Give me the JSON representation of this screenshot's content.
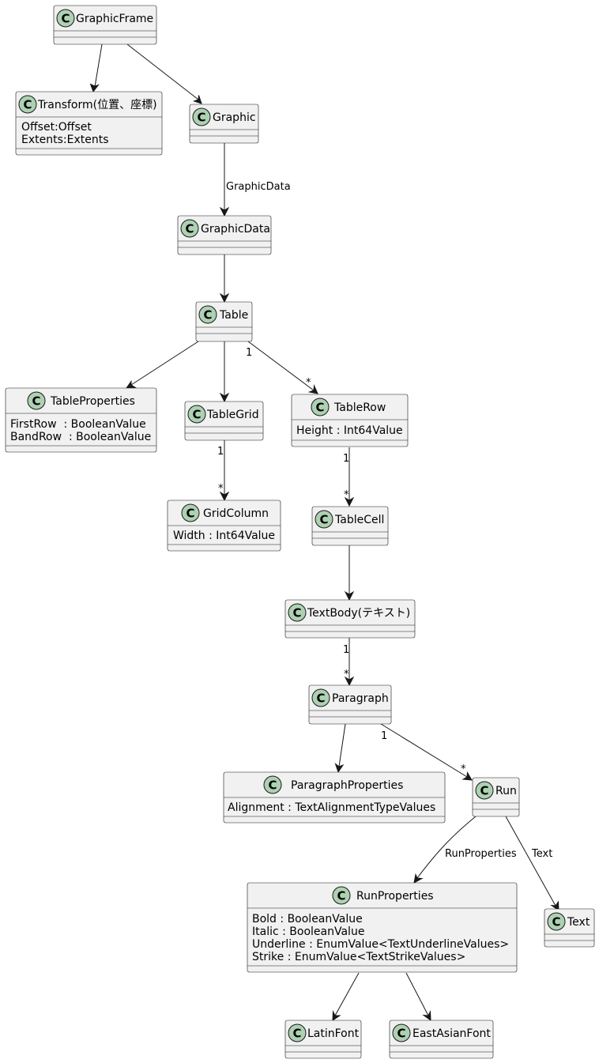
{
  "classes": {
    "graphic_frame": {
      "name": "GraphicFrame",
      "attributes": []
    },
    "transform": {
      "name": "Transform(位置、座標)",
      "attributes": [
        "Offset:Offset",
        "Extents:Extents"
      ]
    },
    "graphic": {
      "name": "Graphic",
      "attributes": []
    },
    "graphic_data": {
      "name": "GraphicData",
      "attributes": []
    },
    "table": {
      "name": "Table",
      "attributes": []
    },
    "table_properties": {
      "name": "TableProperties",
      "attributes": [
        "FirstRow  : BooleanValue",
        "BandRow  : BooleanValue"
      ]
    },
    "table_grid": {
      "name": "TableGrid",
      "attributes": []
    },
    "table_row": {
      "name": "TableRow",
      "attributes": [
        "Height : Int64Value"
      ]
    },
    "grid_column": {
      "name": "GridColumn",
      "attributes": [
        "Width : Int64Value"
      ]
    },
    "table_cell": {
      "name": "TableCell",
      "attributes": []
    },
    "text_body": {
      "name": "TextBody(テキスト)",
      "attributes": []
    },
    "paragraph": {
      "name": "Paragraph",
      "attributes": []
    },
    "paragraph_properties": {
      "name": "ParagraphProperties",
      "attributes": [
        "Alignment : TextAlignmentTypeValues"
      ]
    },
    "run": {
      "name": "Run",
      "attributes": []
    },
    "run_properties": {
      "name": "RunProperties",
      "attributes": [
        "Bold : BooleanValue",
        "Italic : BooleanValue",
        "Underline : EnumValue<TextUnderlineValues>",
        "Strike : EnumValue<TextStrikeValues>"
      ]
    },
    "text": {
      "name": "Text",
      "attributes": []
    },
    "latin_font": {
      "name": "LatinFont",
      "attributes": []
    },
    "east_asian_font": {
      "name": "EastAsianFont",
      "attributes": []
    }
  },
  "relations": {
    "graphic_to_graphic_data": {
      "label": "GraphicData"
    },
    "table_to_row": {
      "source_multiplicity": "1",
      "target_multiplicity": "*"
    },
    "grid_to_column": {
      "source_multiplicity": "1",
      "target_multiplicity": "*"
    },
    "row_to_cell": {
      "source_multiplicity": "1",
      "target_multiplicity": "*"
    },
    "text_body_to_paragraph": {
      "source_multiplicity": "1",
      "target_multiplicity": "*"
    },
    "paragraph_to_run": {
      "source_multiplicity": "1",
      "target_multiplicity": "*"
    },
    "run_to_run_properties": {
      "label": "RunProperties"
    },
    "run_to_text": {
      "label": "Text"
    }
  }
}
